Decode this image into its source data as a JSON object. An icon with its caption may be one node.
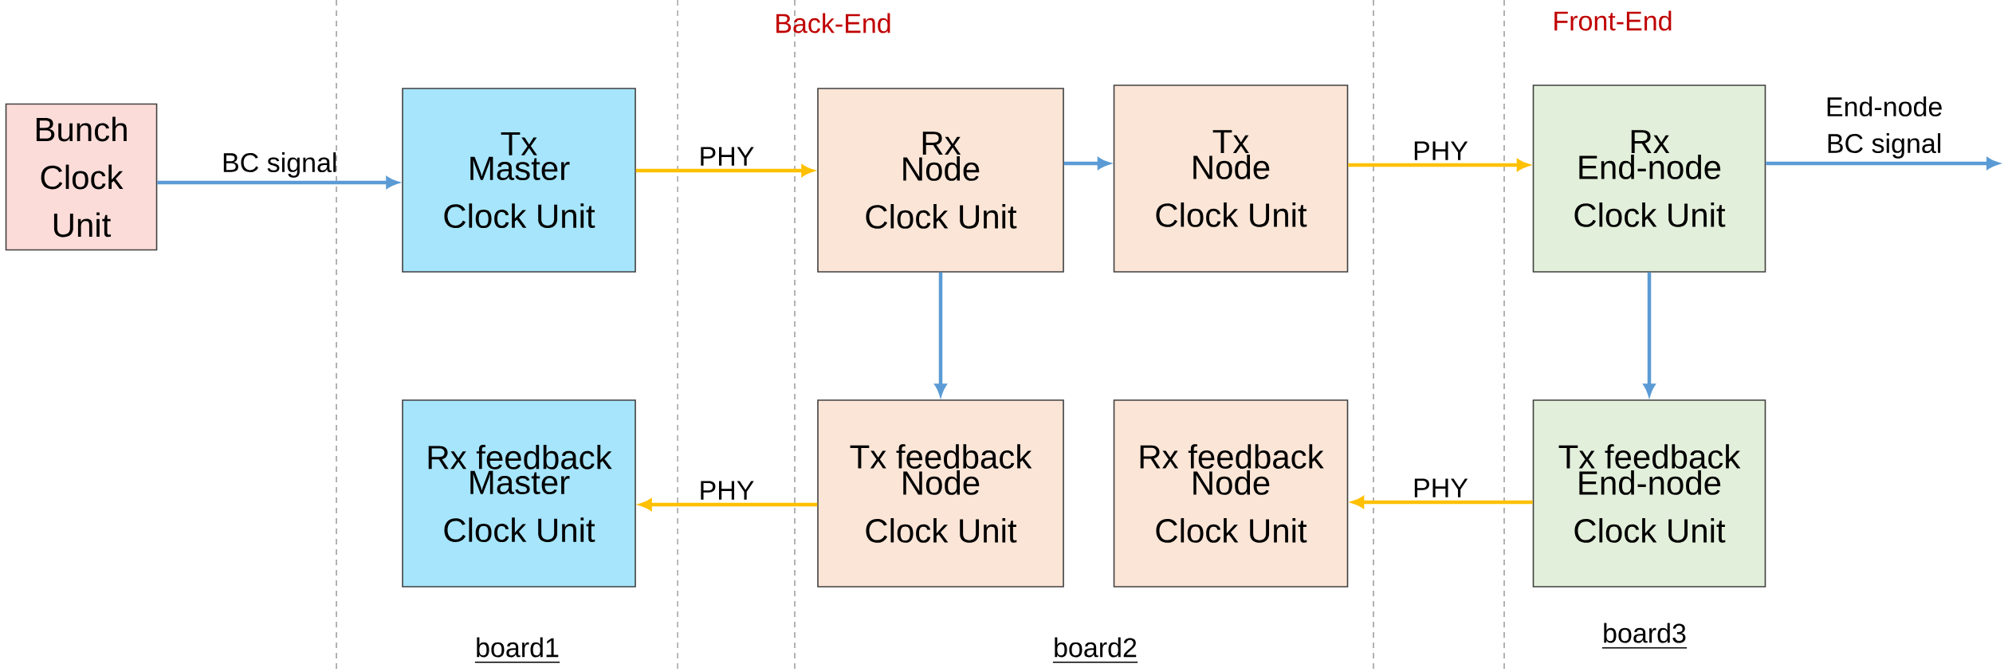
{
  "diagram": {
    "nodes": [
      {
        "text": [
          "Bunch Clock Unit"
        ]
      },
      {
        "text": [
          "Tx",
          "Master Clock Unit"
        ]
      },
      {
        "text": [
          "Rx",
          "Node Clock Unit"
        ]
      },
      {
        "text": [
          "Tx",
          "Node Clock Unit"
        ]
      },
      {
        "text": [
          "Rx",
          "End-node Clock Unit"
        ]
      },
      {
        "text": [
          "Rx feedback",
          "Master Clock Unit"
        ]
      },
      {
        "text": [
          "Tx feedback",
          "Node Clock Unit"
        ]
      },
      {
        "text": [
          "Rx feedback",
          "Node Clock Unit"
        ]
      },
      {
        "text": [
          "Tx feedback",
          "End-node Clock Unit"
        ]
      }
    ],
    "edges": [
      {
        "from": 0,
        "to": 1,
        "arrow": "to",
        "label": "BC signal"
      },
      {
        "from": 1,
        "to": 2,
        "arrow": "to",
        "label": "PHY",
        "color": "#ffc000"
      },
      {
        "from": 2,
        "to": 3,
        "arrow": "to"
      },
      {
        "from": 3,
        "to": 4,
        "arrow": "to",
        "label": "PHY",
        "color": "#ffc000"
      },
      {
        "from": 4,
        "to": null,
        "arrow": "to",
        "label": "End-node BC signal"
      },
      {
        "from": 2,
        "to": 6,
        "arrow": "to"
      },
      {
        "from": 4,
        "to": 8,
        "arrow": "to"
      },
      {
        "from": 6,
        "to": 5,
        "arrow": "to",
        "label": "PHY",
        "color": "#ffc000"
      },
      {
        "from": 8,
        "to": 7,
        "arrow": "to",
        "label": "PHY",
        "color": "#ffc000"
      }
    ],
    "labels": [
      "Back-End",
      "Front-End",
      "board1",
      "board2",
      "board3"
    ]
  }
}
